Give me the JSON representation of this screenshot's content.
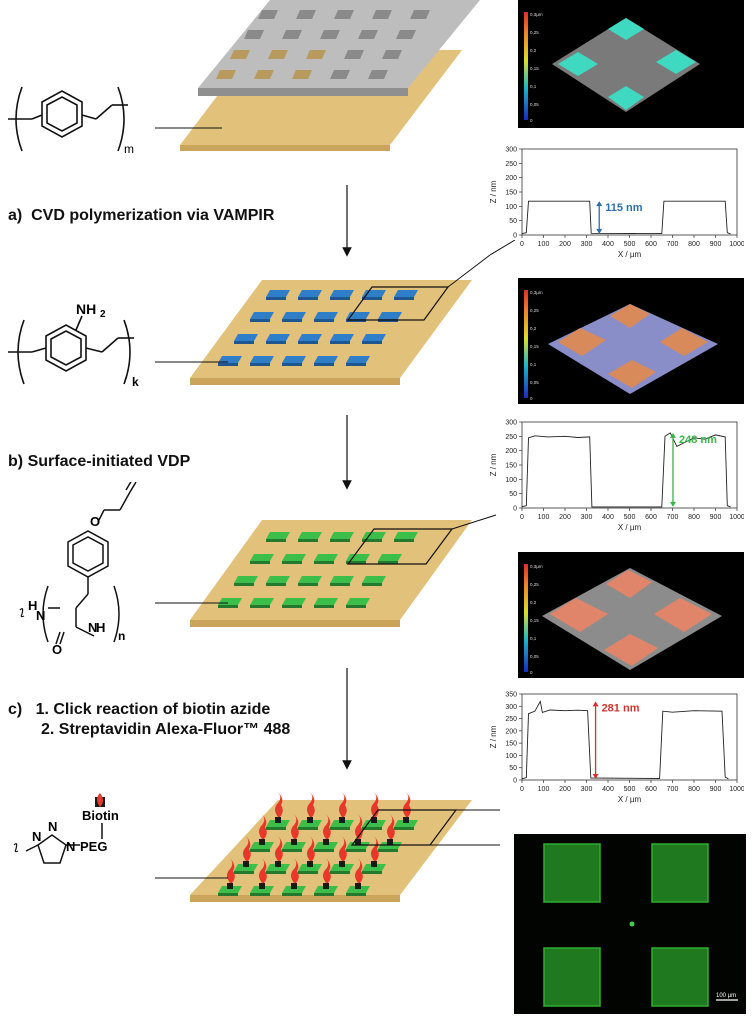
{
  "steps": {
    "a": {
      "letter": "a)",
      "text": "CVD polymerization via VAMPIR"
    },
    "b": {
      "letter": "b)",
      "text": "Surface-initiated VDP"
    },
    "c": {
      "letter": "c)",
      "line1": "1. Click reaction of biotin azide",
      "line2": "2. Streptavidin Alexa-Fluor™ 488"
    }
  },
  "chemistry": {
    "polymer1": {
      "subscript": "m"
    },
    "polymer2": {
      "amine": "NH",
      "amine_sub": "2",
      "subscript": "k"
    },
    "polymer3": {
      "nh_left": "H",
      "nh_left_n": "N",
      "carbonyl_o": "O",
      "nh_right": "H",
      "nh_right_n": "N",
      "ether_o": "O",
      "subscript": "n"
    },
    "conjugate": {
      "n1": "N",
      "n2": "N",
      "n3": "N",
      "peg": "PEG",
      "biotin": "Biotin"
    }
  },
  "afm_images": [
    {
      "scale_labels": [
        "0,3µm",
        "0,25",
        "0,2",
        "0,15",
        "0,1",
        "0,05",
        "0"
      ]
    },
    {
      "scale_labels": [
        "0,3µm",
        "0,25",
        "0,2",
        "0,15",
        "0,1",
        "0,05",
        "0"
      ]
    },
    {
      "scale_labels": [
        "0,3µm",
        "0,25",
        "0,2",
        "0,15",
        "0,1",
        "0,05",
        "0"
      ]
    }
  ],
  "fluorescence": {
    "scale_bar": "100 µm"
  },
  "chart_data": [
    {
      "type": "line",
      "annotation": "115 nm",
      "annotation_color": "#2a6fb0",
      "xlabel": "X / µm",
      "ylabel": "Z / nm",
      "xlim": [
        0,
        1000
      ],
      "ylim": [
        0,
        300
      ],
      "xticks": [
        0,
        100,
        200,
        300,
        400,
        500,
        600,
        700,
        800,
        900,
        1000
      ],
      "yticks": [
        0,
        50,
        100,
        150,
        200,
        250,
        300
      ],
      "x": [
        0,
        20,
        30,
        315,
        322,
        650,
        660,
        945,
        955,
        970
      ],
      "y": [
        5,
        8,
        118,
        118,
        6,
        5,
        118,
        118,
        8,
        4
      ]
    },
    {
      "type": "line",
      "annotation": "248 nm",
      "annotation_color": "#3bb54a",
      "xlabel": "X / µm",
      "ylabel": "Z / nm",
      "xlim": [
        0,
        1000
      ],
      "ylim": [
        0,
        300
      ],
      "xticks": [
        0,
        100,
        200,
        300,
        400,
        500,
        600,
        700,
        800,
        900,
        1000
      ],
      "yticks": [
        0,
        50,
        100,
        150,
        200,
        250,
        300
      ],
      "x": [
        0,
        20,
        30,
        60,
        120,
        200,
        260,
        315,
        325,
        650,
        665,
        690,
        720,
        760,
        800,
        850,
        900,
        945,
        955,
        970
      ],
      "y": [
        5,
        8,
        245,
        252,
        248,
        250,
        246,
        248,
        4,
        4,
        250,
        262,
        215,
        230,
        245,
        240,
        255,
        248,
        8,
        4
      ]
    },
    {
      "type": "line",
      "annotation": "281 nm",
      "annotation_color": "#d0342c",
      "xlabel": "X / µm",
      "ylabel": "Z / nm",
      "xlim": [
        0,
        1000
      ],
      "ylim": [
        0,
        350
      ],
      "xticks": [
        0,
        100,
        200,
        300,
        400,
        500,
        600,
        700,
        800,
        900,
        1000
      ],
      "yticks": [
        0,
        50,
        100,
        150,
        200,
        250,
        300,
        350
      ],
      "x": [
        0,
        20,
        30,
        60,
        85,
        95,
        130,
        200,
        260,
        305,
        320,
        640,
        655,
        700,
        800,
        930,
        945,
        960
      ],
      "y": [
        5,
        10,
        270,
        280,
        320,
        275,
        285,
        282,
        284,
        282,
        8,
        6,
        280,
        276,
        282,
        280,
        12,
        5
      ]
    }
  ]
}
